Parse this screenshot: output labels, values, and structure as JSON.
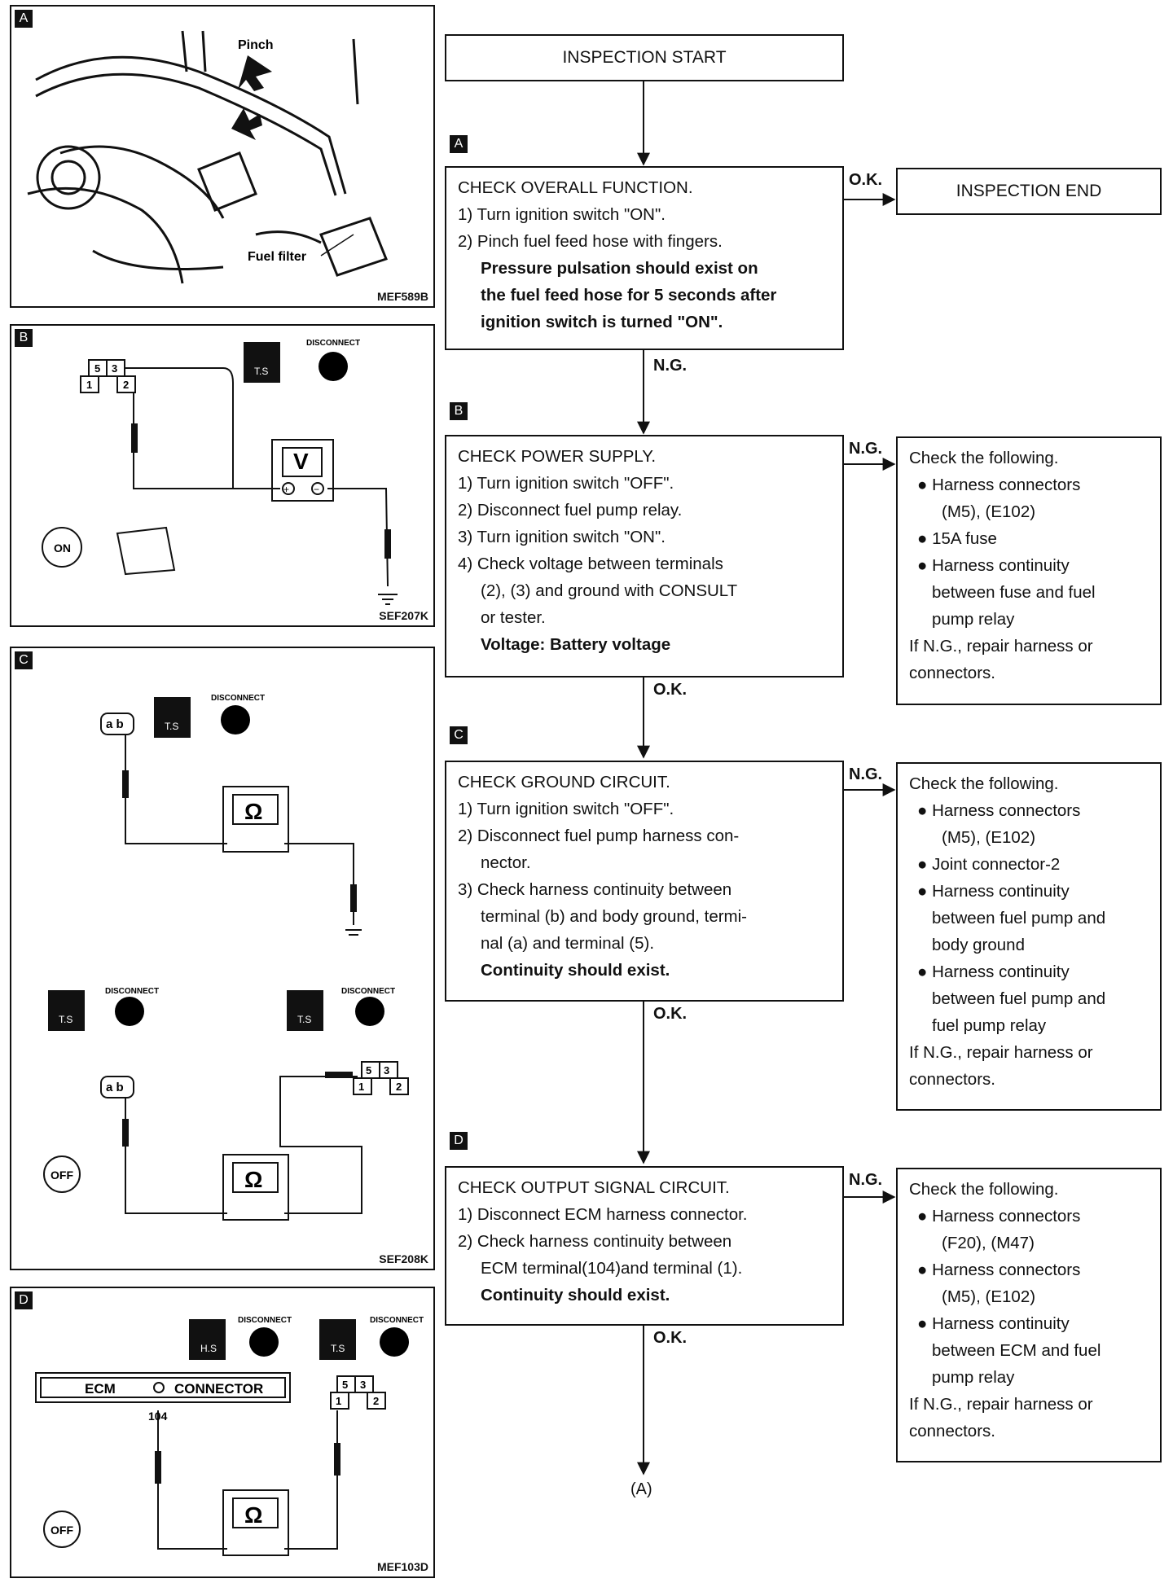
{
  "panels": {
    "a": {
      "letter": "A",
      "pinch": "Pinch",
      "fuel_filter": "Fuel filter",
      "code": "MEF589B"
    },
    "b": {
      "letter": "B",
      "code": "SEF207K",
      "disconnect": "DISCONNECT",
      "ts": "T.S",
      "on": "ON",
      "meter": "V"
    },
    "c": {
      "letter": "C",
      "code": "SEF208K",
      "disconnect": "DISCONNECT",
      "ts": "T.S",
      "off": "OFF",
      "meter": "Ω"
    },
    "d": {
      "letter": "D",
      "code": "MEF103D",
      "disconnect": "DISCONNECT",
      "hs": "H.S",
      "ts": "T.S",
      "off": "OFF",
      "ecm": "ECM",
      "connector": "CONNECTOR",
      "terminal": "104",
      "meter": "Ω"
    }
  },
  "flow": {
    "start": "INSPECTION START",
    "end": "INSPECTION END",
    "ok": "O.K.",
    "ng": "N.G.",
    "bottom_ref": "(A)",
    "steps": [
      {
        "letter": "A",
        "title": "CHECK OVERALL FUNCTION.",
        "lines": [
          "1) Turn ignition switch \"ON\".",
          "2) Pinch fuel feed hose with fingers."
        ],
        "bold": [
          "Pressure pulsation should exist on",
          "the fuel feed hose for 5 seconds after",
          "ignition switch is turned \"ON\"."
        ]
      },
      {
        "letter": "B",
        "title": "CHECK POWER SUPPLY.",
        "lines": [
          "1) Turn ignition switch \"OFF\".",
          "2) Disconnect fuel pump relay.",
          "3) Turn ignition switch \"ON\".",
          "4) Check voltage between terminals",
          "(2), (3) and ground with CONSULT",
          "or tester."
        ],
        "bold": [
          "Voltage: Battery voltage"
        ]
      },
      {
        "letter": "C",
        "title": "CHECK GROUND CIRCUIT.",
        "lines": [
          "1) Turn ignition switch \"OFF\".",
          "2) Disconnect fuel pump harness con-",
          "nector.",
          "3) Check harness continuity between",
          "terminal (b) and body ground, termi-",
          "nal (a) and terminal (5)."
        ],
        "bold": [
          "Continuity should exist."
        ]
      },
      {
        "letter": "D",
        "title": "CHECK OUTPUT SIGNAL CIRCUIT.",
        "lines": [
          "1) Disconnect ECM harness connector.",
          "2) Check harness continuity between",
          "ECM terminal(104)and terminal (1)."
        ],
        "bold": [
          "Continuity should exist."
        ]
      }
    ],
    "checks": [
      {
        "lines": [
          "Check the following.",
          "● Harness connectors",
          "(M5), (E102)",
          "● 15A fuse",
          "● Harness continuity",
          "between fuse and fuel",
          "pump relay",
          "If N.G., repair harness or",
          "connectors."
        ]
      },
      {
        "lines": [
          "Check the following.",
          "● Harness connectors",
          "(M5), (E102)",
          "● Joint connector-2",
          "● Harness continuity",
          "between fuel pump and",
          "body ground",
          "● Harness continuity",
          "between fuel pump and",
          "fuel pump relay",
          "If N.G., repair harness or",
          "connectors."
        ]
      },
      {
        "lines": [
          "Check the following.",
          "● Harness connectors",
          "(F20), (M47)",
          "● Harness connectors",
          "(M5), (E102)",
          "● Harness continuity",
          "between ECM and fuel",
          "pump relay",
          "If N.G., repair harness or",
          "connectors."
        ]
      }
    ]
  }
}
